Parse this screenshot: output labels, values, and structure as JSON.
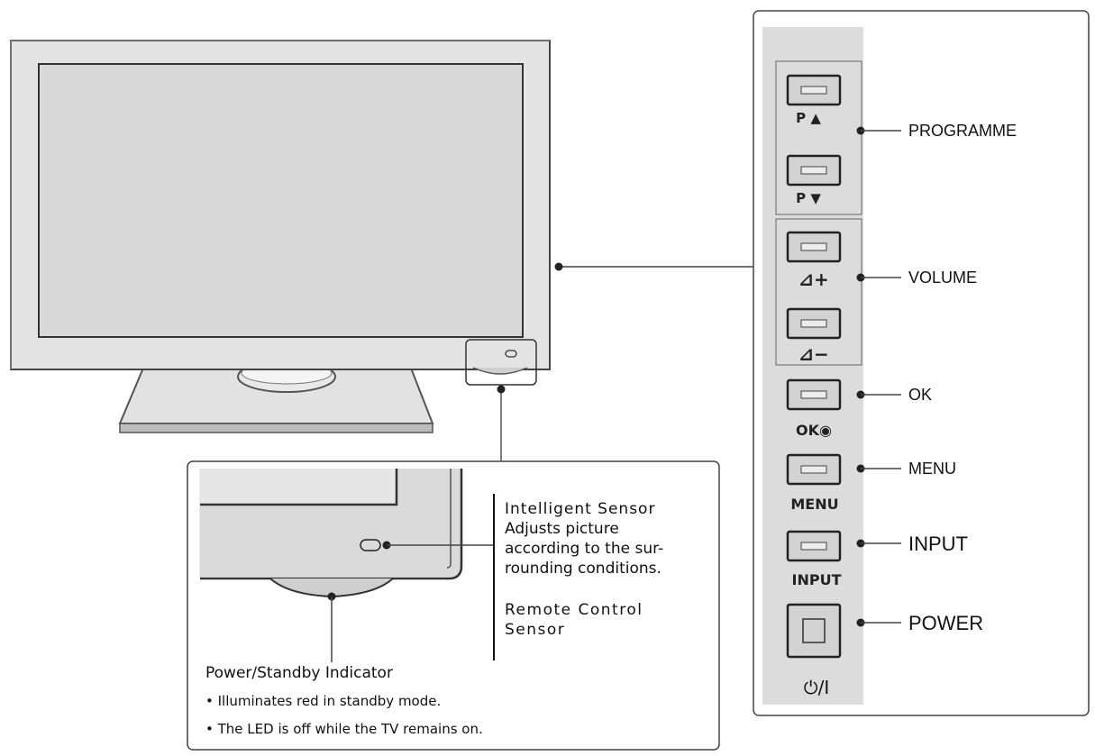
{
  "side_panel": {
    "buttons": [
      {
        "caption": "P ▲"
      },
      {
        "caption": "P ▼"
      },
      {
        "caption": "⊿+"
      },
      {
        "caption": "⊿−"
      },
      {
        "caption": "OK◉"
      },
      {
        "caption": "MENU"
      },
      {
        "caption": "INPUT"
      },
      {
        "caption": "⏻/I"
      }
    ],
    "callouts": {
      "programme": "PROGRAMME",
      "volume": "VOLUME",
      "ok": "OK",
      "menu": "MENU",
      "input": "INPUT",
      "power": "POWER"
    }
  },
  "sensor_detail": {
    "title_line1": "Intelligent Sensor",
    "desc_lines": [
      "Adjusts picture",
      "according to the sur-",
      "rounding conditions."
    ],
    "remote_line1": "Remote Control",
    "remote_line2": "Sensor"
  },
  "standby": {
    "title": "Power/Standby Indicator",
    "bullets": [
      "Illuminates red in standby mode.",
      "The LED is off while the TV remains on."
    ]
  }
}
